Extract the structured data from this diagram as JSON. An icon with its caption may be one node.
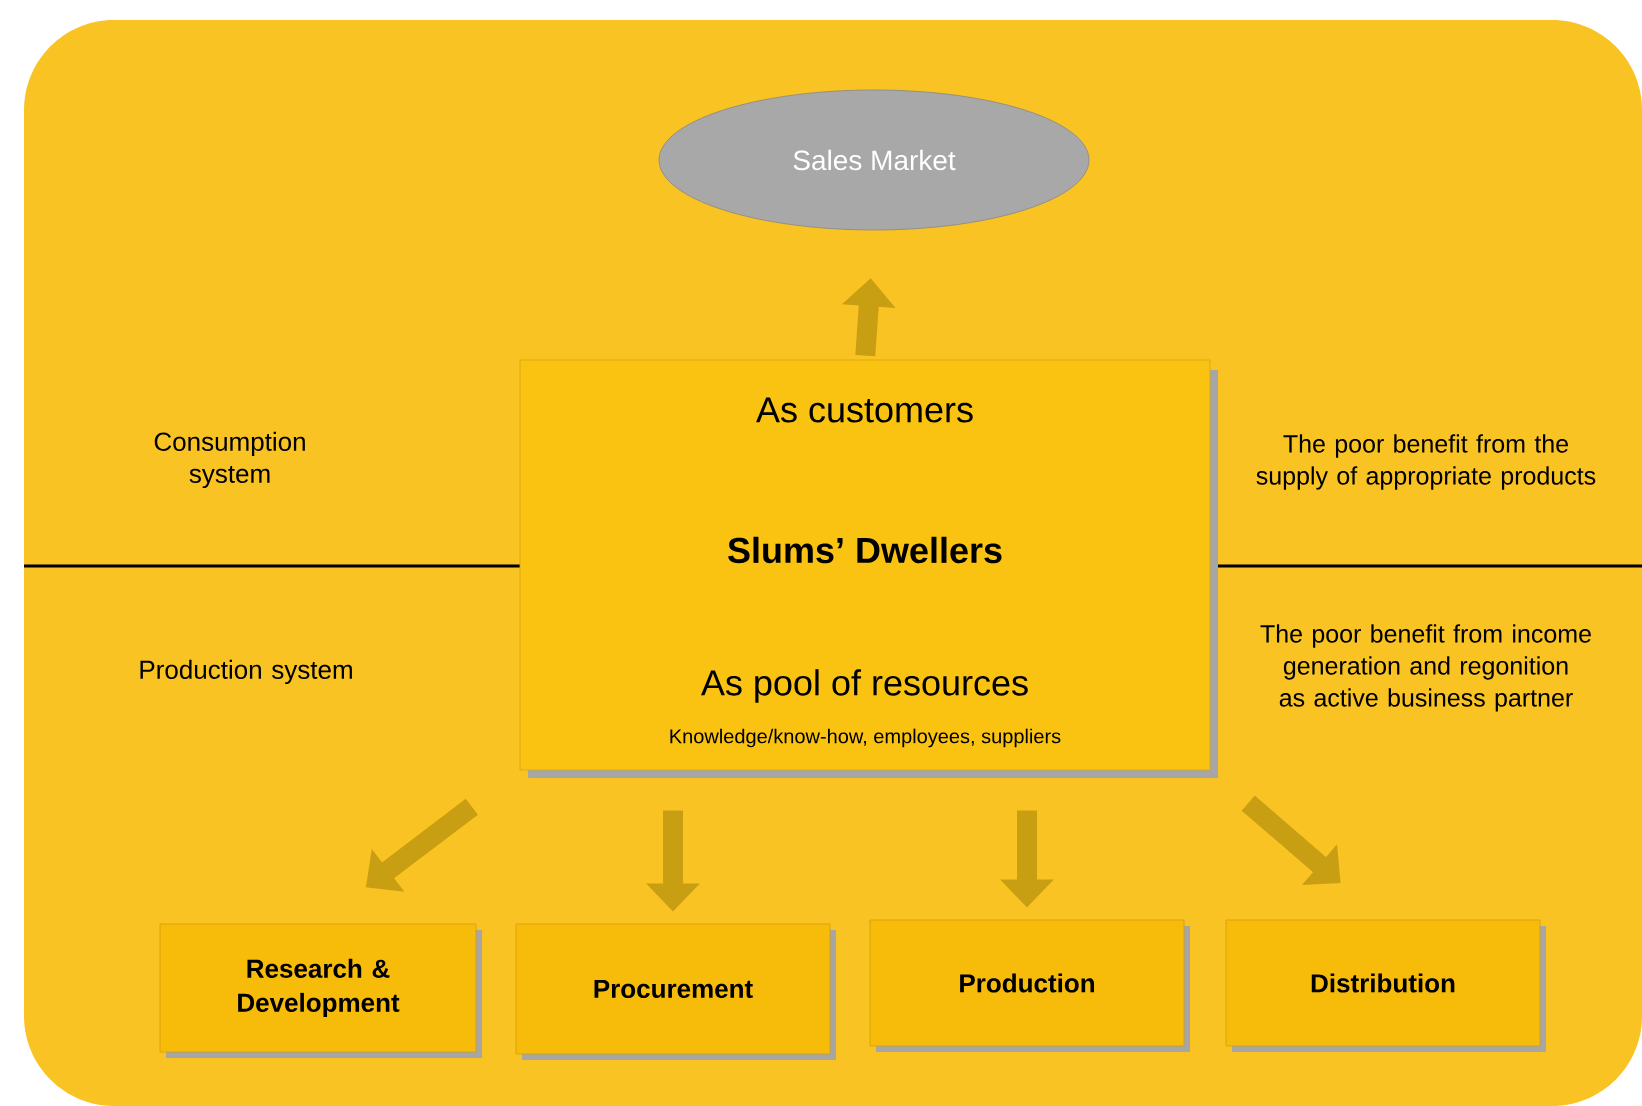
{
  "diagram": {
    "nodes": [
      {
        "text": [
          "Sales Market"
        ]
      },
      {
        "text": [
          "As  customers",
          "Slums’ Dwellers",
          "As pool of resources",
          "Knowledge/know-how, employees, suppliers"
        ]
      },
      {
        "text": [
          "Research & Development"
        ]
      },
      {
        "text": [
          "Procurement"
        ]
      },
      {
        "text": [
          "Production"
        ]
      },
      {
        "text": [
          "Distribution"
        ]
      }
    ],
    "edges": [
      {
        "from": 1,
        "to": 0,
        "arrow": "to"
      },
      {
        "from": 1,
        "to": 2,
        "arrow": "to"
      },
      {
        "from": 1,
        "to": 3,
        "arrow": "to"
      },
      {
        "from": 1,
        "to": 4,
        "arrow": "to"
      },
      {
        "from": 1,
        "to": 5,
        "arrow": "to"
      }
    ],
    "labels": [
      "Consumption system",
      "The poor benefit from the supply of appropriate products",
      "Production system",
      "The poor benefit from income generation and regonition as active business partner"
    ]
  }
}
